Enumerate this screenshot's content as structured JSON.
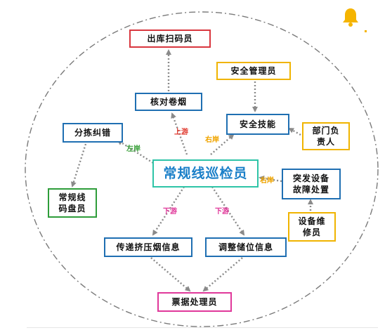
{
  "diagram": {
    "center": {
      "label": "常规线巡检员"
    },
    "nodes": {
      "outbound_scanner": "出库扫码员",
      "safety_manager": "安全管理员",
      "verify_rolls": "核对卷烟",
      "safety_skills": "安全技能",
      "dept_head": "部门负责人",
      "sorting_correction": "分拣纠错",
      "emergency_fault": "突发设备故障处置",
      "code_counter": "常规线码盘员",
      "equipment_repair": "设备维修员",
      "transmit_jam": "传递挤压烟信息",
      "adjust_storage": "调整储位信息",
      "ticket_processor": "票据处理员"
    },
    "edge_labels": {
      "upstream": "上游",
      "right_bank_top": "右岸",
      "left_bank": "左岸",
      "right_bank_side": "右岸",
      "downstream_left": "下游",
      "downstream_right": "下游"
    },
    "colors": {
      "blue_border": "#1f6fb2",
      "red_border": "#d9363e",
      "orange_border": "#f0b400",
      "green_border": "#2e9d3a",
      "magenta_border": "#e0389a",
      "center_border": "#2ec4a7",
      "center_text": "#1a7fc8",
      "label_red": "#e03a2f",
      "label_orange": "#f0a500",
      "label_green": "#3aa03a",
      "label_magenta": "#e0389a",
      "arrow": "#8a8a8a"
    },
    "icons": [
      "bell-icon"
    ]
  }
}
